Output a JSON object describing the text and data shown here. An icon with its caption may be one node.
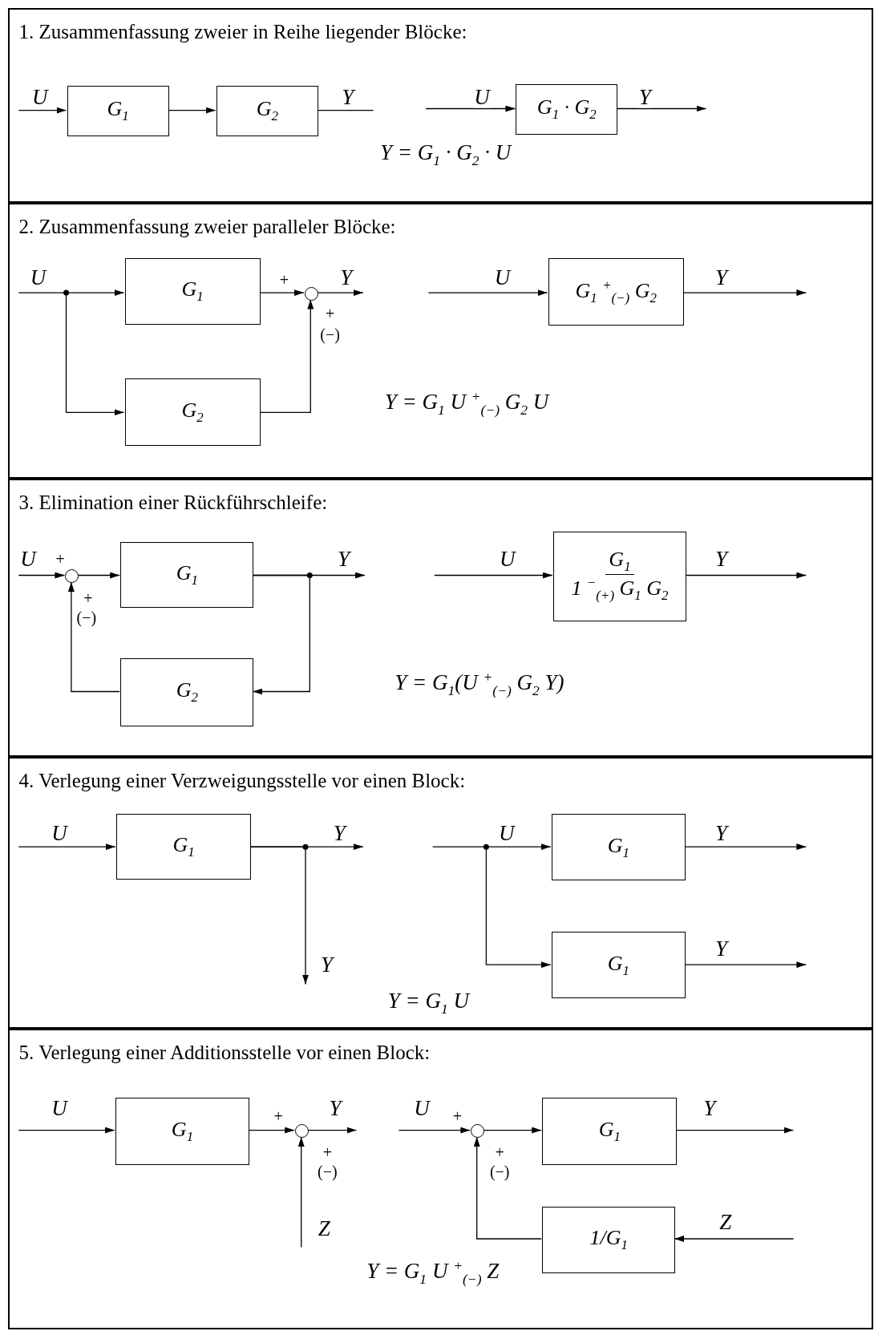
{
  "diagram": {
    "nodes": [
      {
        "text": [
          "1. Zusammenfassung zweier in Reihe liegender Blöcke:"
        ]
      },
      {
        "text": [
          "G$_{1}$"
        ],
        "in": 0
      },
      {
        "text": [
          "G$_{2}$"
        ],
        "in": 0
      },
      {
        "text": [
          "G$_{1}$ · G$_{2}$"
        ],
        "in": 0
      },
      {
        "text": [
          "2. Zusammenfassung zweier paralleler Blöcke:"
        ]
      },
      {
        "text": [
          "G$_{1}$"
        ],
        "in": 4
      },
      {
        "text": [
          "G$_{2}$"
        ],
        "in": 4
      },
      {
        "text": [],
        "shape": "circle",
        "in": 4,
        "beside": [
          "+",
          "+",
          "(−)"
        ]
      },
      {
        "text": [
          "G$_{1}$ $^{+}$$_{(−)}$ G$_{2}$"
        ],
        "in": 4
      },
      {
        "text": [
          "3. Elimination einer Rückführschleife:"
        ]
      },
      {
        "text": [],
        "shape": "circle",
        "in": 9,
        "beside": [
          "+",
          "+",
          "(−)"
        ]
      },
      {
        "text": [
          "G$_{1}$"
        ],
        "in": 9
      },
      {
        "text": [
          "G$_{2}$"
        ],
        "in": 9
      },
      {
        "text": [
          "G$_{1}$",
          "1 $^{−}$$_{(+)}$ G$_{1}$ G$_{2}$"
        ],
        "in": 9
      },
      {
        "text": [
          "4. Verlegung einer Verzweigungsstelle vor einen Block:"
        ]
      },
      {
        "text": [
          "G$_{1}$"
        ],
        "in": 14
      },
      {
        "text": [
          "G$_{1}$"
        ],
        "in": 14
      },
      {
        "text": [
          "G$_{1}$"
        ],
        "in": 14
      },
      {
        "text": [
          "5. Verlegung einer Additionsstelle vor einen Block:"
        ]
      },
      {
        "text": [
          "G$_{1}$"
        ],
        "in": 18
      },
      {
        "text": [],
        "shape": "circle",
        "in": 18,
        "beside": [
          "+",
          "+",
          "(−)"
        ]
      },
      {
        "text": [],
        "shape": "circle",
        "in": 18,
        "beside": [
          "+",
          "+",
          "(−)"
        ]
      },
      {
        "text": [
          "G$_{1}$"
        ],
        "in": 18
      },
      {
        "text": [
          "1/G$_{1}$"
        ],
        "in": 18
      }
    ],
    "edges": [
      {
        "from": null,
        "to": 1,
        "arrow": "to",
        "label": "U"
      },
      {
        "from": 1,
        "to": 2,
        "arrow": "to"
      },
      {
        "from": 2,
        "to": null,
        "arrow": "none",
        "label": "Y"
      },
      {
        "from": null,
        "to": 3,
        "arrow": "to",
        "label": "U"
      },
      {
        "from": 3,
        "to": null,
        "arrow": "to",
        "label": "Y"
      },
      {
        "from": null,
        "to": 5,
        "arrow": "to",
        "label": "U"
      },
      {
        "from": null,
        "to": 6,
        "arrow": "to"
      },
      {
        "from": 5,
        "to": 7,
        "arrow": "to"
      },
      {
        "from": 6,
        "to": 7,
        "arrow": "to"
      },
      {
        "from": 7,
        "to": null,
        "arrow": "to",
        "label": "Y"
      },
      {
        "from": null,
        "to": 8,
        "arrow": "to",
        "label": "U"
      },
      {
        "from": 8,
        "to": null,
        "arrow": "to",
        "label": "Y"
      },
      {
        "from": null,
        "to": 10,
        "arrow": "to",
        "label": "U"
      },
      {
        "from": 10,
        "to": 11,
        "arrow": "to"
      },
      {
        "from": 11,
        "to": null,
        "arrow": "to",
        "label": "Y"
      },
      {
        "from": 11,
        "to": 12,
        "arrow": "to"
      },
      {
        "from": 12,
        "to": 10,
        "arrow": "to"
      },
      {
        "from": null,
        "to": 13,
        "arrow": "to",
        "label": "U"
      },
      {
        "from": 13,
        "to": null,
        "arrow": "to",
        "label": "Y"
      },
      {
        "from": null,
        "to": 15,
        "arrow": "to",
        "label": "U"
      },
      {
        "from": 15,
        "to": null,
        "arrow": "to",
        "label": "Y"
      },
      {
        "from": 15,
        "to": null,
        "arrow": "to",
        "label": "Y"
      },
      {
        "from": null,
        "to": 16,
        "arrow": "to",
        "label": "U"
      },
      {
        "from": null,
        "to": 17,
        "arrow": "to"
      },
      {
        "from": 16,
        "to": null,
        "arrow": "to",
        "label": "Y"
      },
      {
        "from": 17,
        "to": null,
        "arrow": "to",
        "label": "Y"
      },
      {
        "from": null,
        "to": 19,
        "arrow": "to",
        "label": "U"
      },
      {
        "from": 19,
        "to": 20,
        "arrow": "to"
      },
      {
        "from": null,
        "to": 20,
        "arrow": "to",
        "label": "Z"
      },
      {
        "from": 20,
        "to": null,
        "arrow": "to",
        "label": "Y"
      },
      {
        "from": null,
        "to": 21,
        "arrow": "to",
        "label": "U"
      },
      {
        "from": 21,
        "to": 22,
        "arrow": "to"
      },
      {
        "from": 22,
        "to": null,
        "arrow": "to",
        "label": "Y"
      },
      {
        "from": null,
        "to": 23,
        "arrow": "to",
        "label": "Z"
      },
      {
        "from": 23,
        "to": 21,
        "arrow": "to"
      }
    ],
    "labels": [
      "Y = G$_{1}$ · G$_{2}$ · U",
      "Y = G$_{1}$ U $^{+}$$_{(−)}$ G$_{2}$ U",
      "Y = G$_{1}$(U $^{+}$$_{(−)}$ G$_{2}$ Y)",
      "Y = G$_{1}$ U",
      "Y = G$_{1}$ U $^{+}$$_{(−)}$ Z"
    ]
  }
}
